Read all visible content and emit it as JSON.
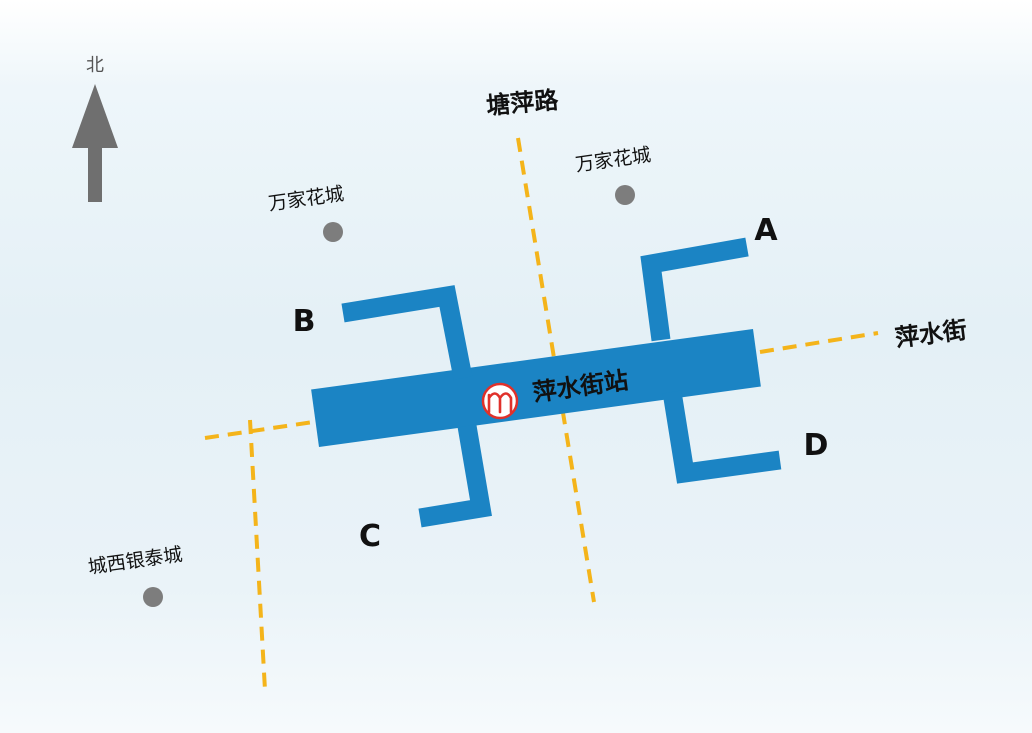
{
  "north": {
    "label": "北",
    "icon": "north-arrow-icon",
    "color": "#6f6f6f"
  },
  "roads": [
    {
      "id": "tangping",
      "label": "塘萍路"
    },
    {
      "id": "pingshui",
      "label": "萍水街"
    }
  ],
  "station": {
    "label": "萍水街站",
    "logo": "metro-logo-icon",
    "logo_color": "#e0312b"
  },
  "exits": [
    {
      "id": "A",
      "label": "A"
    },
    {
      "id": "B",
      "label": "B"
    },
    {
      "id": "C",
      "label": "C"
    },
    {
      "id": "D",
      "label": "D"
    }
  ],
  "pois": [
    {
      "id": "wanjia-west",
      "label": "万家花城"
    },
    {
      "id": "wanjia-east",
      "label": "万家花城"
    },
    {
      "id": "yintai",
      "label": "城西银泰城"
    }
  ],
  "colors": {
    "station": "#1b84c4",
    "road": "#f4b41a",
    "poi_dot": "#7d7d7d"
  }
}
